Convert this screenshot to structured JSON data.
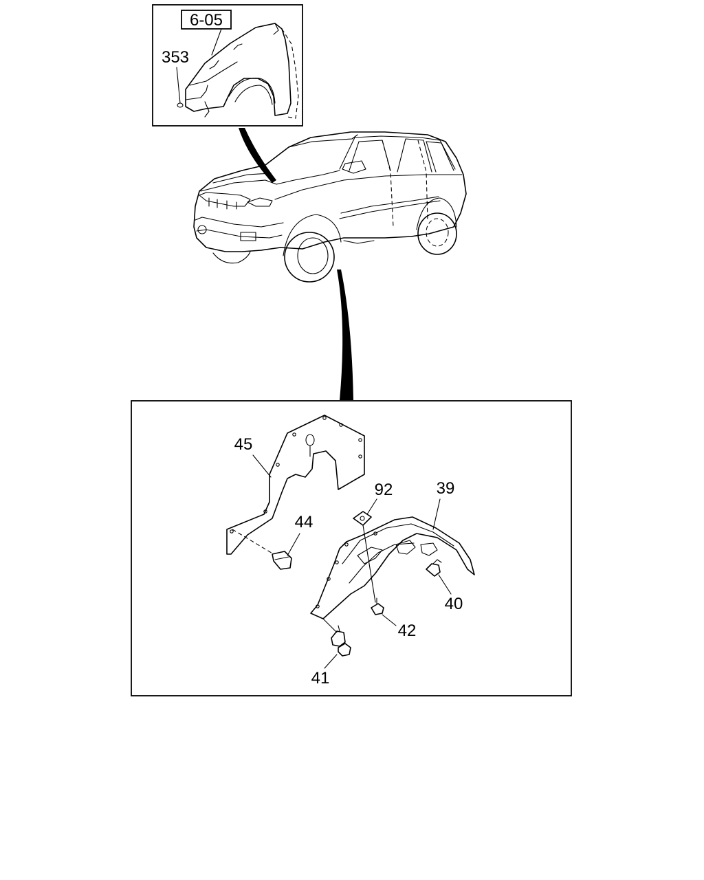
{
  "inset_reference": {
    "ref_code": "6-05",
    "part": "353"
  },
  "callouts": {
    "p45": "45",
    "p44": "44",
    "p92": "92",
    "p39": "39",
    "p40": "40",
    "p42": "42",
    "p41": "41"
  },
  "colors": {
    "line": "#000000",
    "background": "#ffffff"
  }
}
